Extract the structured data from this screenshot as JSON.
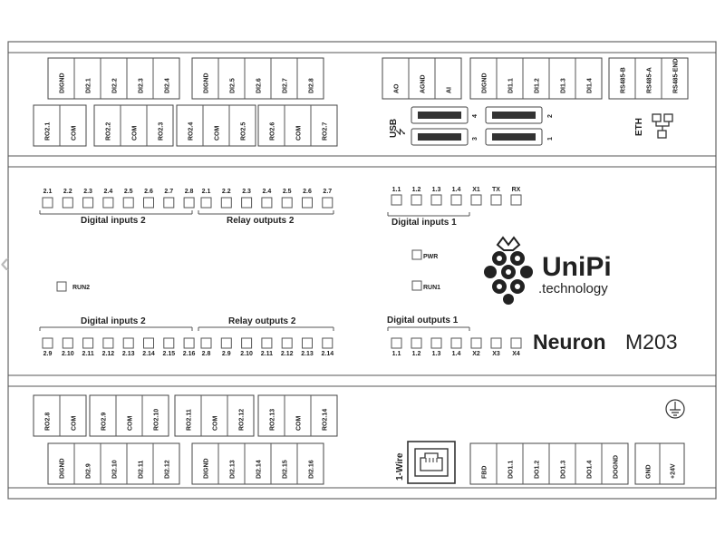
{
  "nav": {
    "prev_arrow": "‹"
  },
  "top_terminals": {
    "di_group_1": [
      "DIGND",
      "DI2.1",
      "DI2.2",
      "DI2.3",
      "DI2.4"
    ],
    "di_group_2": [
      "DIGND",
      "DI2.5",
      "DI2.6",
      "DI2.7",
      "DI2.8"
    ],
    "ro_group_1": [
      "RO2.1",
      "COM"
    ],
    "ro_group_2": [
      "RO2.2",
      "COM",
      "RO2.3"
    ],
    "ro_group_3": [
      "RO2.4",
      "COM",
      "RO2.5"
    ],
    "ro_group_4": [
      "RO2.6",
      "COM",
      "RO2.7"
    ],
    "analog": [
      "AO",
      "AGND",
      "AI"
    ],
    "di_group_3": [
      "DIGND",
      "DI1.1",
      "DI1.2",
      "DI1.3",
      "DI1.4"
    ],
    "rs485": [
      "RS485-B",
      "RS485-A",
      "RS485-END"
    ]
  },
  "ports": {
    "usb_label": "USB",
    "usb_numbers": [
      "4",
      "3",
      "2",
      "1"
    ],
    "eth_label": "ETH",
    "onewire_label": "1-Wire"
  },
  "leds": {
    "top_di2": [
      "2.1",
      "2.2",
      "2.3",
      "2.4",
      "2.5",
      "2.6",
      "2.7",
      "2.8"
    ],
    "top_ro2": [
      "2.1",
      "2.2",
      "2.3",
      "2.4",
      "2.5",
      "2.6",
      "2.7"
    ],
    "top_di1": [
      "1.1",
      "1.2",
      "1.3",
      "1.4",
      "X1",
      "TX",
      "RX"
    ],
    "bottom_di2": [
      "2.9",
      "2.10",
      "2.11",
      "2.12",
      "2.13",
      "2.14",
      "2.15",
      "2.16"
    ],
    "bottom_ro2": [
      "2.8",
      "2.9",
      "2.10",
      "2.11",
      "2.12",
      "2.13",
      "2.14"
    ],
    "bottom_do1": [
      "1.1",
      "1.2",
      "1.3",
      "1.4",
      "X2",
      "X3",
      "X4"
    ],
    "pwr": "PWR",
    "run1": "RUN1",
    "run2": "RUN2"
  },
  "titles": {
    "top_digital_inputs_2": "Digital inputs 2",
    "top_relay_outputs_2": "Relay outputs 2",
    "top_digital_inputs_1": "Digital inputs 1",
    "bottom_digital_inputs_2": "Digital inputs 2",
    "bottom_relay_outputs_2": "Relay outputs 2",
    "bottom_digital_outputs_1": "Digital outputs 1"
  },
  "brand": {
    "logo_main": "UniPi",
    "logo_sub": ".technology",
    "product": "Neuron",
    "model": "M203"
  },
  "bottom_terminals": {
    "ro_group_1": [
      "RO2.8",
      "COM"
    ],
    "ro_group_2": [
      "RO2.9",
      "COM",
      "RO2.10"
    ],
    "ro_group_3": [
      "RO2.11",
      "COM",
      "RO2.12"
    ],
    "ro_group_4": [
      "RO2.13",
      "COM",
      "RO2.14"
    ],
    "di_group_1": [
      "DIGND",
      "DI2.9",
      "DI2.10",
      "DI2.11",
      "DI2.12"
    ],
    "di_group_2": [
      "DIGND",
      "DI2.13",
      "DI2.14",
      "DI2.15",
      "DI2.16"
    ],
    "do_group": [
      "FBD",
      "DO1.1",
      "DO1.2",
      "DO1.3",
      "DO1.4",
      "DOGND"
    ],
    "power": [
      "GND",
      "+24V"
    ]
  }
}
